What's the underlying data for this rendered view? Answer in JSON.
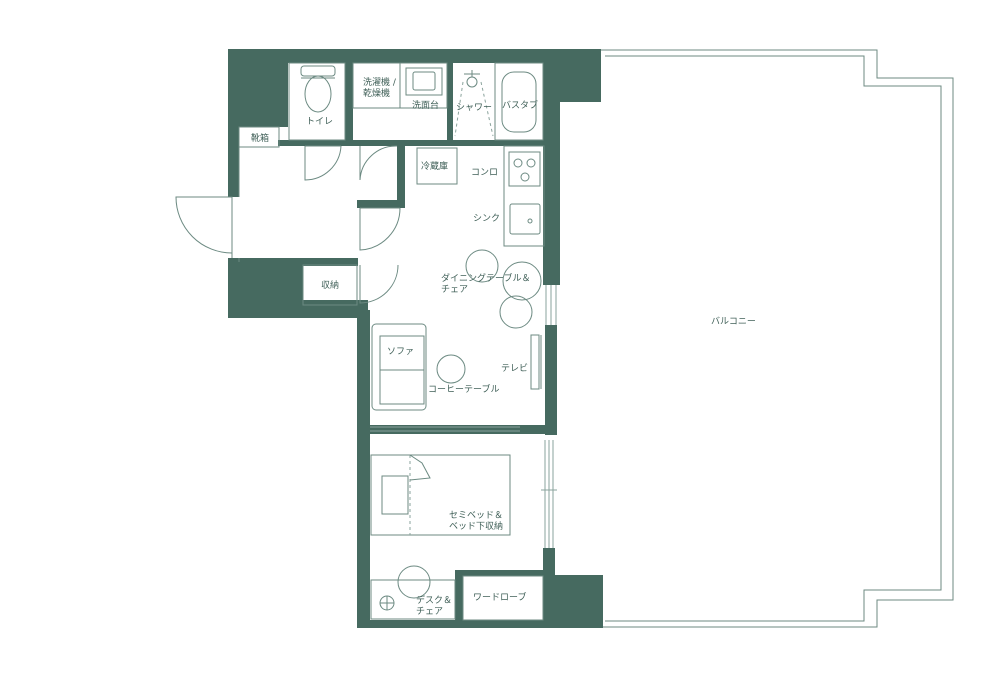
{
  "rooms": {
    "toilet": "トイレ",
    "washer_line1": "洗濯機 /",
    "washer_line2": "乾燥機",
    "washbasin": "洗面台",
    "shower": "シャワー",
    "bathtub": "バスタブ",
    "shoe_cabinet": "靴箱",
    "fridge": "冷蔵庫",
    "stove": "コンロ",
    "sink": "シンク",
    "storage": "収納",
    "dining_line1": "ダイニングテーブル＆",
    "dining_line2": "チェア",
    "sofa": "ソファ",
    "tv": "テレビ",
    "coffee_table": "コーヒーテーブル",
    "bed_line1": "セミベッド＆",
    "bed_line2": "ベッド下収納",
    "wardrobe": "ワードローブ",
    "desk_line1": "デスク＆",
    "desk_line2": "チェア",
    "balcony": "バルコニー"
  },
  "colors": {
    "wall": "#466a60",
    "line": "#6c8a82",
    "text": "#3f5f57",
    "background": "#ffffff"
  }
}
